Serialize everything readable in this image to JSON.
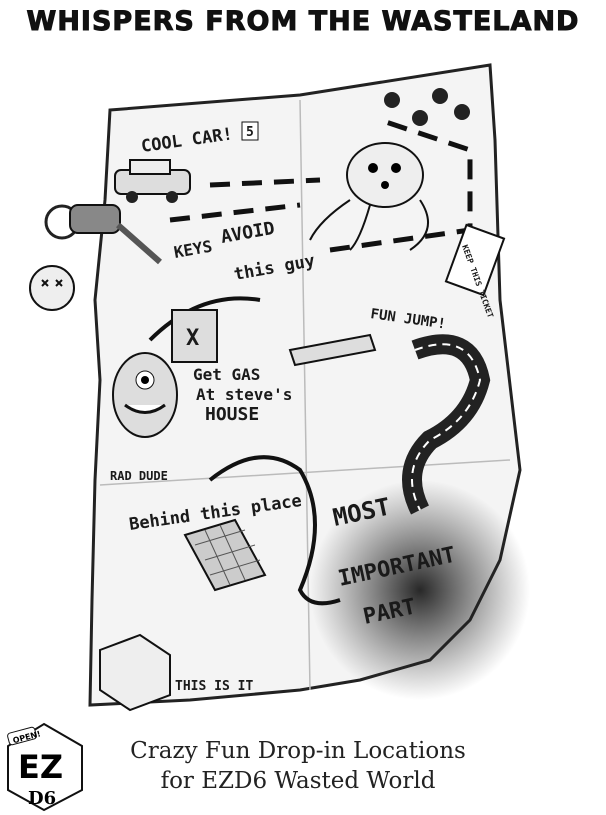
{
  "title": "WHISPERS FROM THE WASTELAND",
  "subtitle": {
    "line1": "Crazy Fun Drop-in Locations",
    "line2": "for EZD6 Wasted World"
  },
  "logo": {
    "tag": "OPEN!",
    "top": "EZ",
    "bottom": "D6"
  },
  "map_labels": {
    "cool_car": "COOL CAR!",
    "sign": "5",
    "keys": "KEYS",
    "avoid": "AVOID",
    "this_guy": "this guy",
    "fun_jump": "FUN JUMP!",
    "gas1": "Get GAS",
    "gas2": "At steve's",
    "gas3": "HOUSE",
    "rad_dude": "RAD DUDE",
    "behind": "Behind this place",
    "most": "MOST",
    "important": "IMPORTANT",
    "part": "PART",
    "this_is_it": "THIS IS IT",
    "ticket": "KEEP THIS TICKET",
    "crate": "X"
  }
}
